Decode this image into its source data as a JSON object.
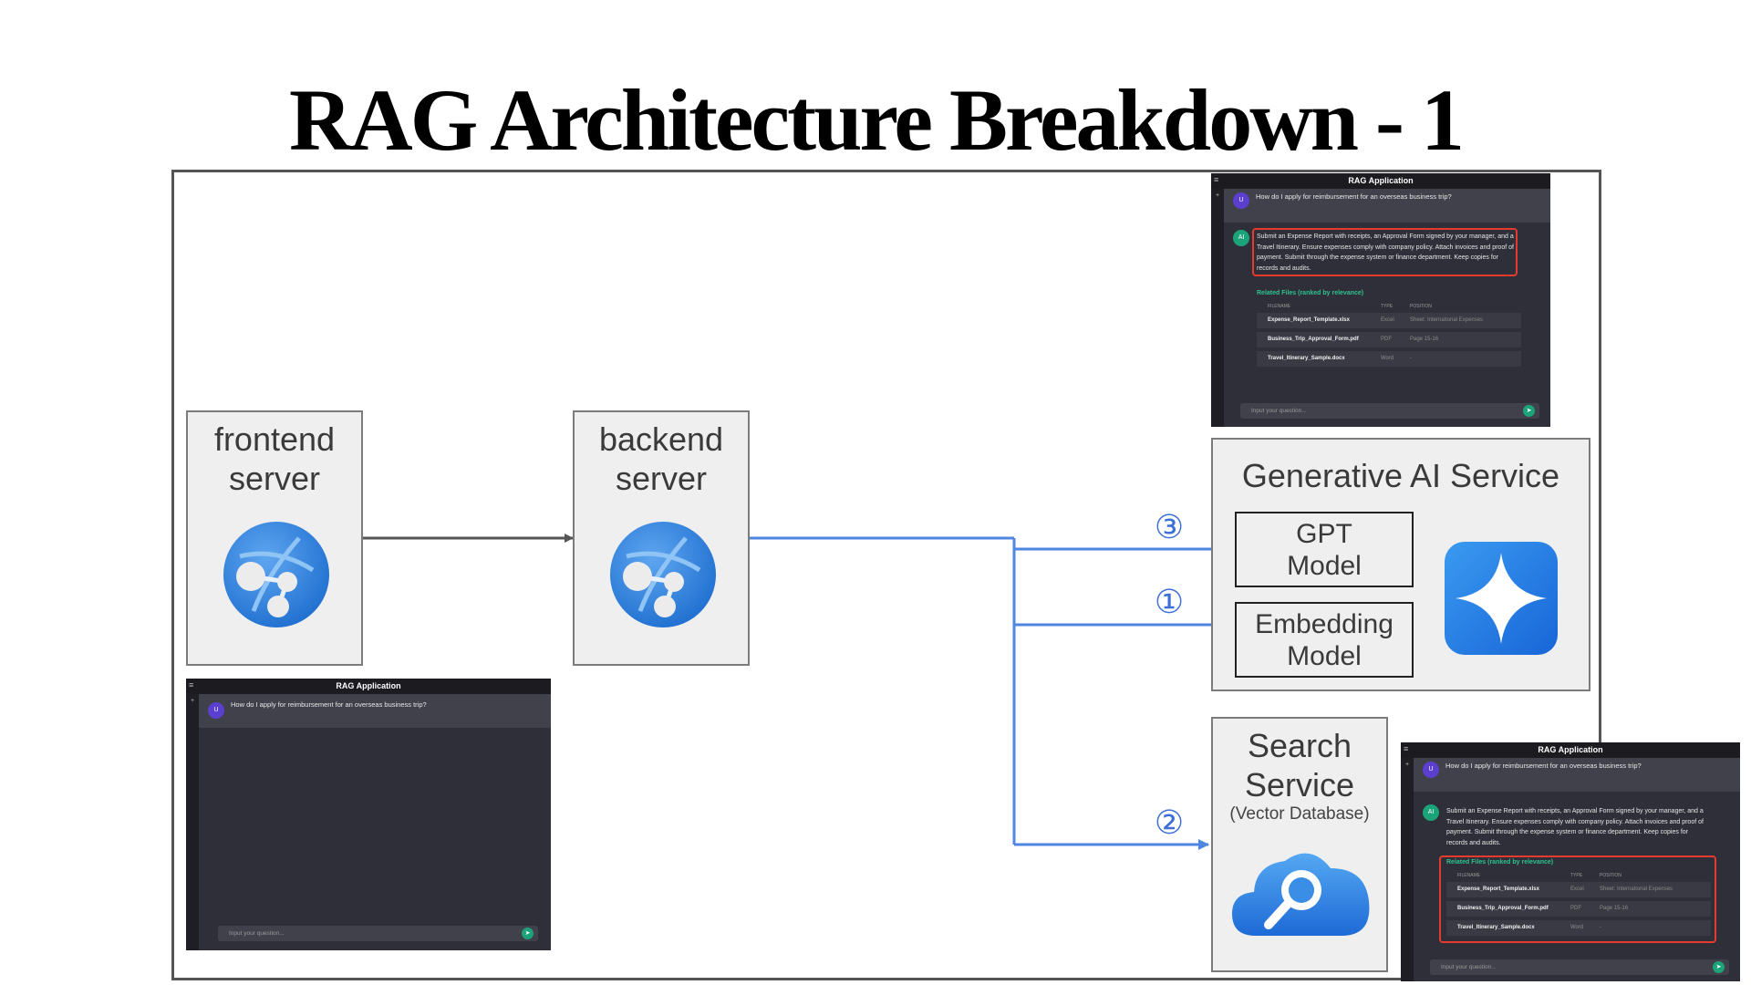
{
  "title": "RAG Architecture Breakdown - 1",
  "nodes": {
    "frontend": {
      "line1": "frontend",
      "line2": "server"
    },
    "backend": {
      "line1": "backend",
      "line2": "server"
    },
    "genai": {
      "label": "Generative AI Service",
      "gpt": "GPT Model",
      "embedding": "Embedding Model"
    },
    "search": {
      "line1": "Search",
      "line2": "Service",
      "sub": "(Vector Database)"
    }
  },
  "steps": {
    "one": "①",
    "two": "②",
    "three": "③"
  },
  "colors": {
    "arrow_blue": "#4f86e0",
    "arrow_dark": "#555555",
    "highlight": "#e53a2e"
  },
  "app": {
    "title": "RAG Application",
    "menu_glyph": "≡",
    "plus_glyph": "+",
    "user_avatar": "U",
    "ai_avatar": "AI",
    "question": "How do I apply for reimbursement for an overseas business trip?",
    "answer": "Submit an Expense Report with receipts, an Approval Form signed by your manager, and a Travel Itinerary. Ensure expenses comply with company policy. Attach invoices and proof of payment. Submit through the expense system or finance department. Keep copies for records and audits.",
    "related_title": "Related Files (ranked by relevance)",
    "columns": [
      "FILENAME",
      "TYPE",
      "POSITION"
    ],
    "files": [
      {
        "name": "Expense_Report_Template.xlsx",
        "type": "Excel",
        "position": "Sheet: International Expenses"
      },
      {
        "name": "Business_Trip_Approval_Form.pdf",
        "type": "PDF",
        "position": "Page 15-16"
      },
      {
        "name": "Travel_Itinerary_Sample.docx",
        "type": "Word",
        "position": "-"
      }
    ],
    "input_placeholder": "Input your question...",
    "send_icon": "➤"
  }
}
